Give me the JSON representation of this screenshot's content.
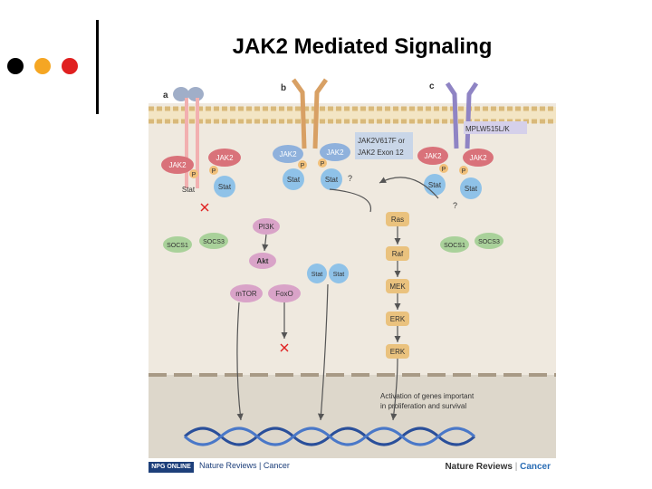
{
  "slide": {
    "title": "JAK2 Mediated Signaling",
    "dot_colors": [
      "#000000",
      "#f5a623",
      "#e02020"
    ]
  },
  "figure": {
    "panel_labels": [
      "a",
      "b",
      "c"
    ],
    "receptor_labels": [
      "JAK2V617F or",
      "JAK2 Exon 12",
      "MPLW515L/K"
    ],
    "proteins": {
      "jak2": "JAK2",
      "stat": "Stat",
      "p": "P",
      "socs1": "SOCS1",
      "socs3": "SOCS3",
      "pi3k": "PI3K",
      "akt": "Akt",
      "mtor": "mTOR",
      "foxo": "FoxO",
      "ras": "Ras",
      "raf": "Raf",
      "mek": "MEK",
      "erk": "ERK"
    },
    "question_mark": "?",
    "activation_text_1": "Activation of genes important",
    "activation_text_2": "in proliferation and survival",
    "colors": {
      "membrane": "#e2c48a",
      "cytoplasm": "#efe9df",
      "jak2": "#d9727a",
      "stat": "#8fc2e8",
      "socs": "#a9d19a",
      "pi3k": "#d9a3c8",
      "ras": "#eac27e",
      "p": "#f1c07a",
      "receptor_a": "#a0aec8",
      "receptor_b": "#d8a064",
      "receptor_c": "#8f84c4"
    }
  },
  "footer": {
    "badge": "NPG ONLINE",
    "citation": "Nature Reviews | Cancer",
    "logo_main": "Nature Reviews",
    "logo_sep": "|",
    "logo_cancer": "Cancer"
  }
}
